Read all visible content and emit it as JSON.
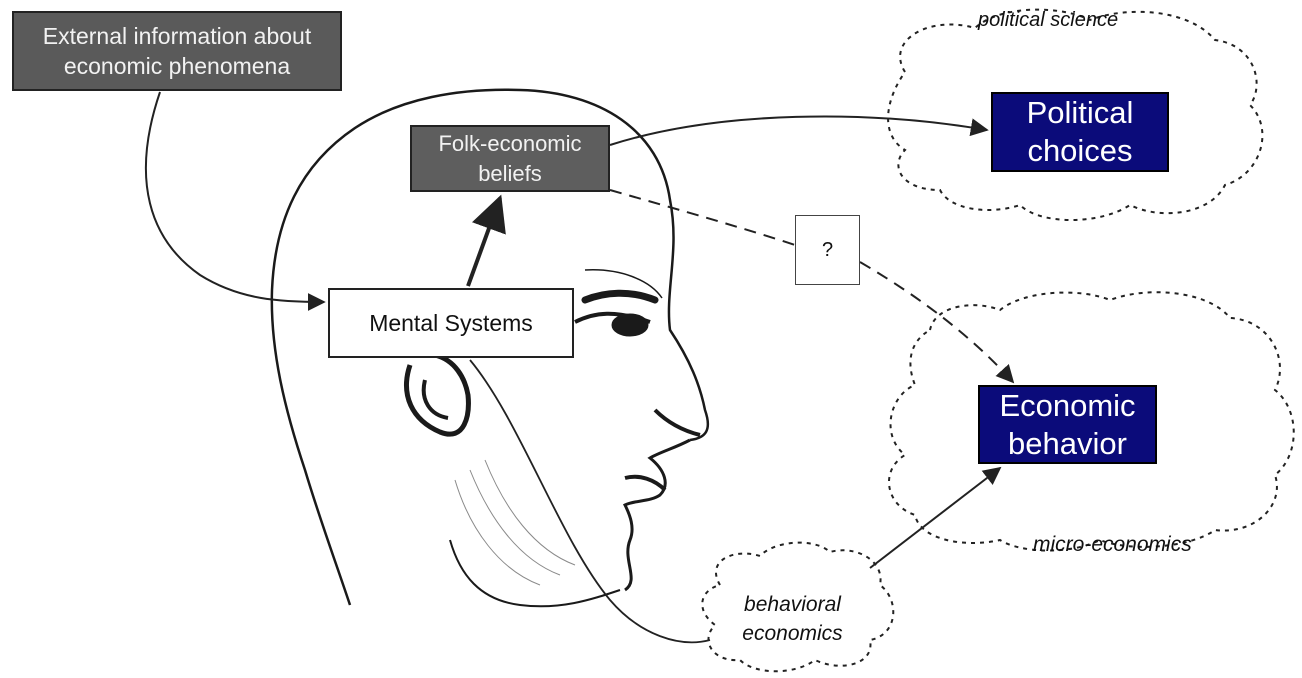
{
  "diagram": {
    "external_box": {
      "line1": "External information about",
      "line2": "economic phenomena"
    },
    "folk_box": {
      "line1": "Folk-economic",
      "line2": "beliefs"
    },
    "mental_box": {
      "label": "Mental Systems"
    },
    "question_box": {
      "label": "?"
    },
    "political_box": {
      "line1": "Political",
      "line2": "choices"
    },
    "economic_box": {
      "line1": "Economic",
      "line2": "behavior"
    },
    "clouds": {
      "political_science": "political science",
      "micro_economics": "micro-economics",
      "behavioral_line1": "behavioral",
      "behavioral_line2": "economics"
    }
  },
  "colors": {
    "dark_box": "#5a5a5a",
    "navy_box": "#0b0b7a",
    "ink": "#222222"
  }
}
